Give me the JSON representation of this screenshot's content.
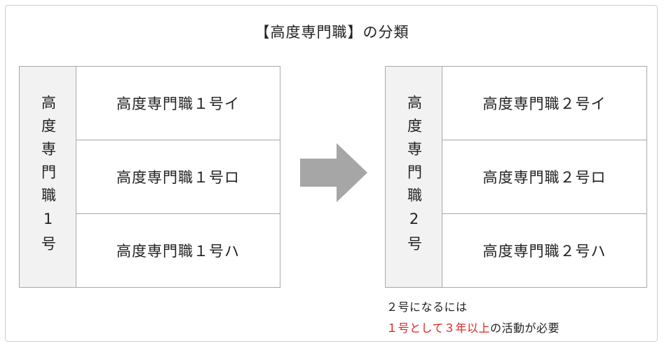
{
  "title": "【高度専門職】の分類",
  "groups": [
    {
      "side_label": "高度専門職1号",
      "items": [
        "高度専門職１号イ",
        "高度専門職１号ロ",
        "高度専門職１号ハ"
      ]
    },
    {
      "side_label": "高度専門職2号",
      "items": [
        "高度専門職２号イ",
        "高度専門職２号ロ",
        "高度専門職２号ハ"
      ]
    }
  ],
  "notes": {
    "line1": "２号になるには",
    "line2_highlight": "１号として３年以上",
    "line2_rest": "の活動が必要"
  },
  "colors": {
    "highlight": "#e02020",
    "side_bg": "#f2f2f2",
    "arrow": "#a6a6a6",
    "border": "#a9a9a9"
  }
}
